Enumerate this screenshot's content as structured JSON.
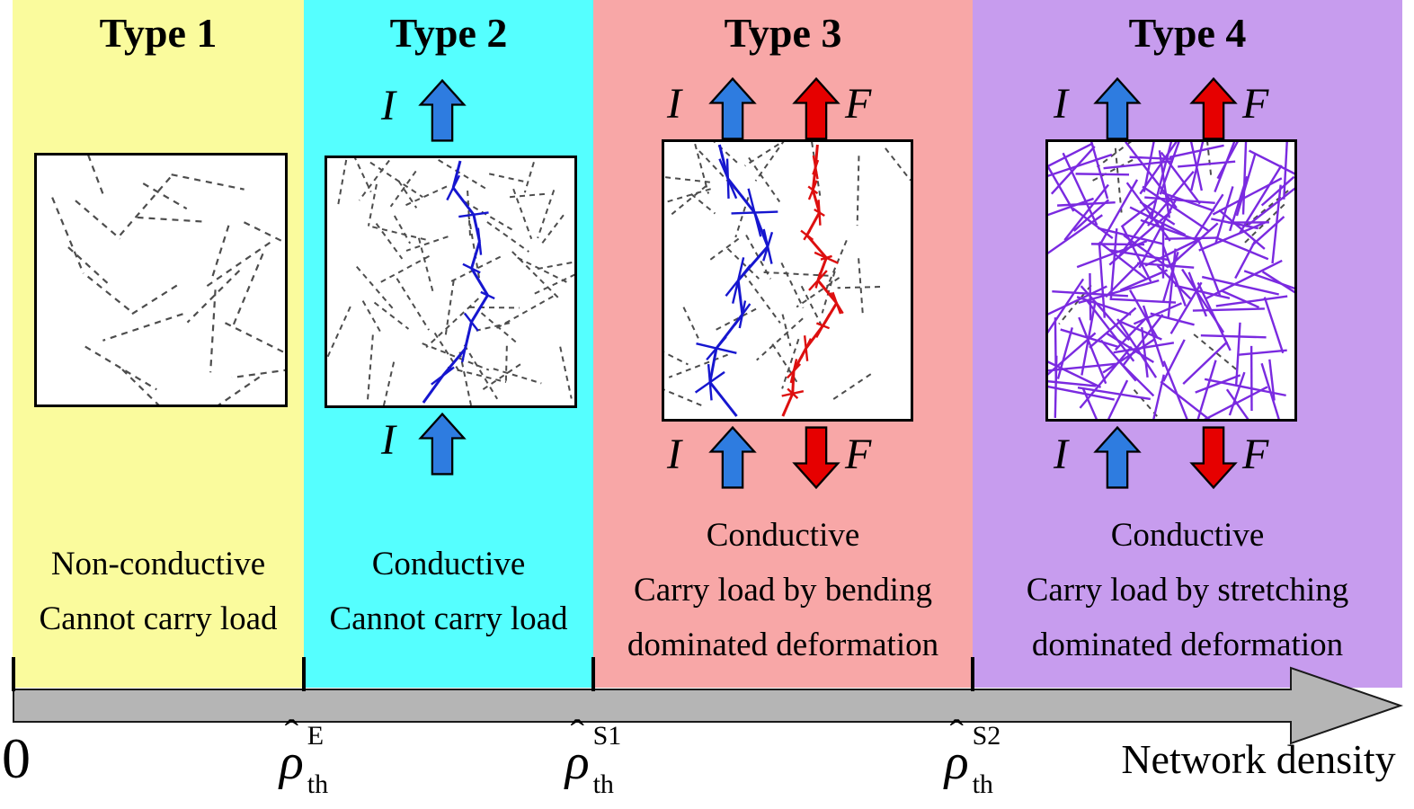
{
  "panels": [
    {
      "title": "Type 1",
      "bg": "#fafb9d",
      "description": [
        "Non-conductive",
        "Cannot carry load"
      ],
      "arrows": {
        "top": [],
        "bottom": []
      }
    },
    {
      "title": "Type 2",
      "bg": "#55ffff",
      "description": [
        "Conductive",
        "Cannot carry load"
      ],
      "arrows": {
        "top": [
          {
            "label": "I",
            "color": "blue",
            "dir": "up"
          }
        ],
        "bottom": [
          {
            "label": "I",
            "color": "blue",
            "dir": "up"
          }
        ]
      }
    },
    {
      "title": "Type 3",
      "bg": "#f8a7a7",
      "description": [
        "Conductive",
        "Carry load by bending",
        "dominated deformation"
      ],
      "arrows": {
        "top": [
          {
            "label": "I",
            "color": "blue",
            "dir": "up"
          },
          {
            "label": "F",
            "color": "red",
            "dir": "up"
          }
        ],
        "bottom": [
          {
            "label": "I",
            "color": "blue",
            "dir": "up"
          },
          {
            "label": "F",
            "color": "red",
            "dir": "down"
          }
        ]
      }
    },
    {
      "title": "Type 4",
      "bg": "#c79cee",
      "description": [
        "Conductive",
        "Carry load by stretching",
        "dominated deformation"
      ],
      "arrows": {
        "top": [
          {
            "label": "I",
            "color": "blue",
            "dir": "up"
          },
          {
            "label": "F",
            "color": "red",
            "dir": "up"
          }
        ],
        "bottom": [
          {
            "label": "I",
            "color": "blue",
            "dir": "up"
          },
          {
            "label": "F",
            "color": "red",
            "dir": "down"
          }
        ]
      }
    }
  ],
  "axis": {
    "origin_label": "0",
    "label": "Network density",
    "thresholds": [
      {
        "hat": "ˆ",
        "base": "ρ",
        "sub": "th",
        "sup": "E"
      },
      {
        "hat": "ˆ",
        "base": "ρ",
        "sub": "th",
        "sup": "S1"
      },
      {
        "hat": "ˆ",
        "base": "ρ",
        "sub": "th",
        "sup": "S2"
      }
    ]
  },
  "colors": {
    "arrow_blue": "#2e7ce0",
    "arrow_red": "#e60000",
    "fiber_gray": "#4d4d4d",
    "fiber_blue": "#1616cf",
    "fiber_red": "#dd0f0f",
    "fiber_purple": "#7a2ae0",
    "axis_gray": "#b5b5b5"
  }
}
